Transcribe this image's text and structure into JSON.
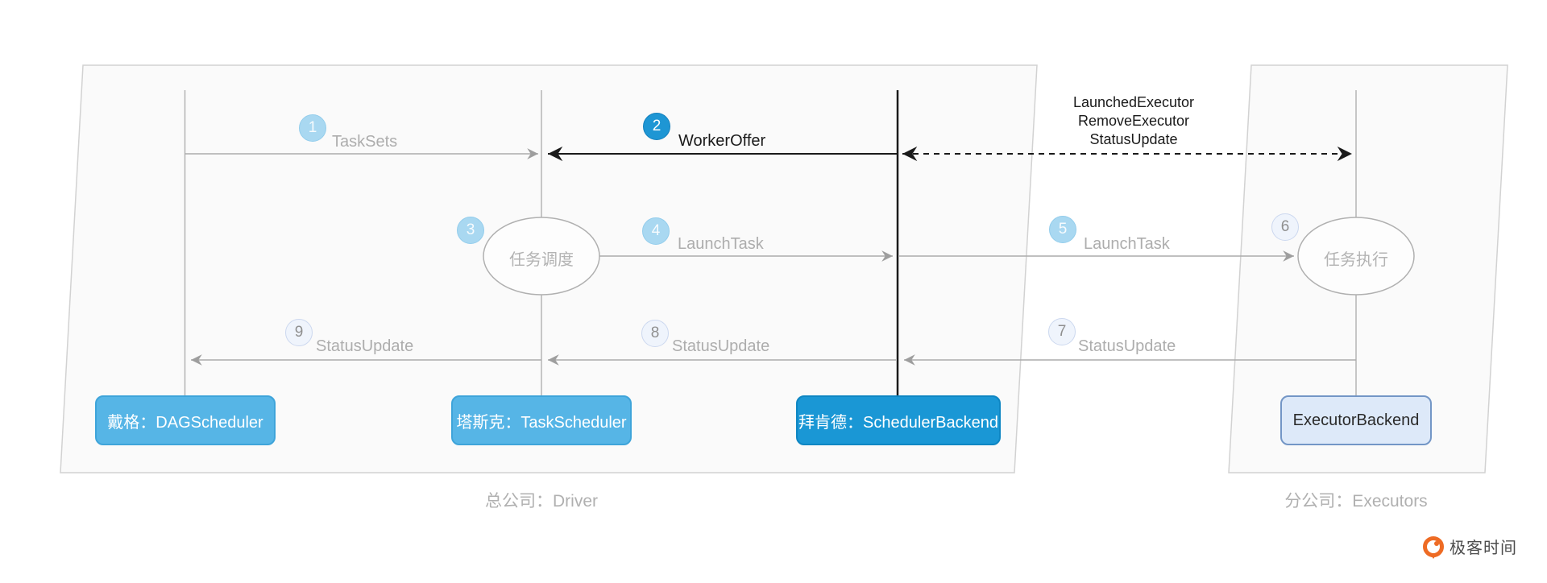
{
  "palette": {
    "highlight_blue": "#1e96d4",
    "light_blue_circle": "#a9d8f1",
    "pale_circle_fill": "#eff4fc",
    "pale_circle_border": "#ccd8ef",
    "participant_box_blue": "#56b5e6",
    "participant_box_deep_blue": "#1a97d5",
    "executor_box_fill": "#dde9f9",
    "executor_box_border": "#7396c6",
    "gray_line": "#ababab",
    "black_line": "#1a1a1a",
    "logo_orange": "#ee6b24"
  },
  "driver_group": {
    "caption": "总公司：Driver",
    "participants": [
      {
        "label": "戴格：DAGScheduler"
      },
      {
        "label": "塔斯克：TaskScheduler"
      },
      {
        "label": "拜肯德：SchedulerBackend"
      }
    ]
  },
  "executors_group": {
    "caption": "分公司：Executors",
    "participants": [
      {
        "label": "ExecutorBackend"
      }
    ]
  },
  "steps": [
    {
      "num": "1",
      "label": "TaskSets"
    },
    {
      "num": "2",
      "label": "WorkerOffer"
    },
    {
      "num": "3",
      "label": "任务调度"
    },
    {
      "num": "4",
      "label": "LaunchTask"
    },
    {
      "num": "5",
      "label": "LaunchTask"
    },
    {
      "num": "6",
      "label": "任务执行"
    },
    {
      "num": "7",
      "label": "StatusUpdate"
    },
    {
      "num": "8",
      "label": "StatusUpdate"
    },
    {
      "num": "9",
      "label": "StatusUpdate"
    }
  ],
  "backend_executor_link": {
    "lines": [
      "LaunchedExecutor",
      "RemoveExecutor",
      "StatusUpdate"
    ]
  },
  "logo": {
    "text": "极客时间"
  }
}
